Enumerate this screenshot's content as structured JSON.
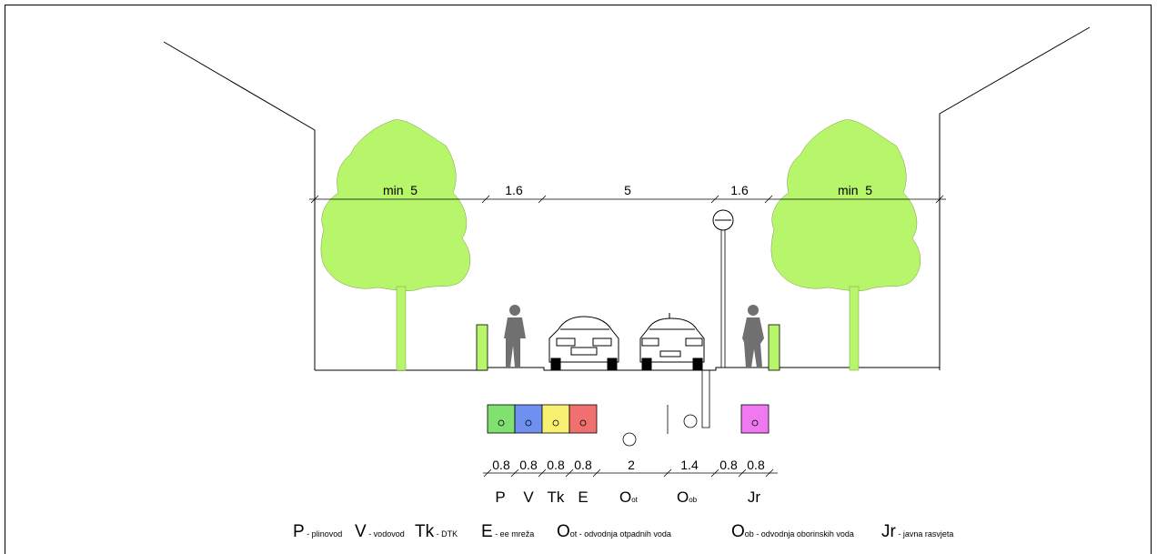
{
  "dimensions_top": {
    "tree_left": "min  5",
    "sidewalk_left": "1.6",
    "roadway": "5",
    "sidewalk_right": "1.6",
    "tree_right": "min  5"
  },
  "dimensions_utilities": [
    "0.8",
    "0.8",
    "0.8",
    "0.8",
    "2",
    "1.4",
    "0.8",
    "0.8"
  ],
  "utility_labels": {
    "p": "P",
    "v": "V",
    "tk": "Tk",
    "e": "E",
    "oot_main": "O",
    "oot_sub": "ot",
    "oob_main": "O",
    "oob_sub": "ob",
    "jr": "Jr"
  },
  "legend": [
    {
      "code": "P",
      "desc": " - plinovod"
    },
    {
      "code": "V",
      "desc": " - vodovod"
    },
    {
      "code": "Tk",
      "desc": " - DTK"
    },
    {
      "code": "E",
      "desc": " - ee mreža"
    },
    {
      "code": "O",
      "sub": "ot",
      "desc": " - odvodnja otpadnih voda"
    },
    {
      "code": "O",
      "sub": "ob",
      "desc": " - odvodnja oborinskih voda"
    },
    {
      "code": "Jr",
      "desc": " - javna rasvjeta"
    }
  ],
  "colors": {
    "tree": "#b7f56b",
    "tree_trunk": "#b7f56b",
    "plinovod": "#80e070",
    "vodovod": "#7090f0",
    "dtk": "#f8f070",
    "ee": "#f07070",
    "rasvjeta": "#f078f0",
    "pedestrian": "#707070"
  }
}
